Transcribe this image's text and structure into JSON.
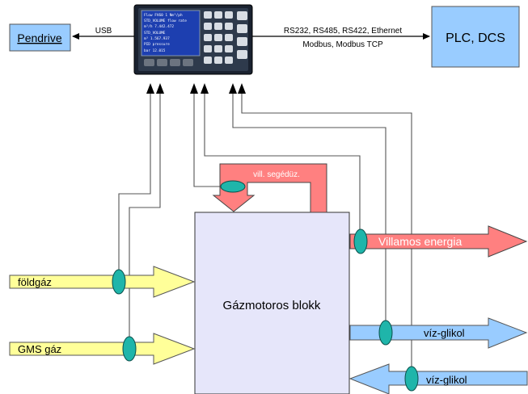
{
  "boxes": {
    "pendrive": "Pendrive",
    "plc": "PLC, DCS",
    "engine": "Gázmotoros blokk"
  },
  "links": {
    "usb": "USB",
    "comm_line1": "RS232, RS485, RS422, Ethernet",
    "comm_line2": "Modbus, Modbus TCP"
  },
  "flows": {
    "aux_power": "vill. segédüz.",
    "electric": "Villamos energia",
    "natural_gas": "földgáz",
    "gms_gas": "GMS gáz",
    "glycol_out": "víz-glikol",
    "glycol_in": "víz-glikol"
  },
  "device": {
    "screen_lines": [
      "Flow FV60 1 Nm³/ph",
      "STD_VOLUME flow rate",
      "m³/h      7.442.472",
      "STD_VOLUME",
      "m³        1.567.937",
      "PID pressure",
      "bar         12.015"
    ]
  },
  "colors": {
    "box_blue": "#99CCFF",
    "engine_fill": "#E6E6FA",
    "gas_yellow": "#FFFF99",
    "electric_red": "#FF8080",
    "glycol_blue": "#99CCFF",
    "sensor_teal": "#1FB5AA"
  }
}
